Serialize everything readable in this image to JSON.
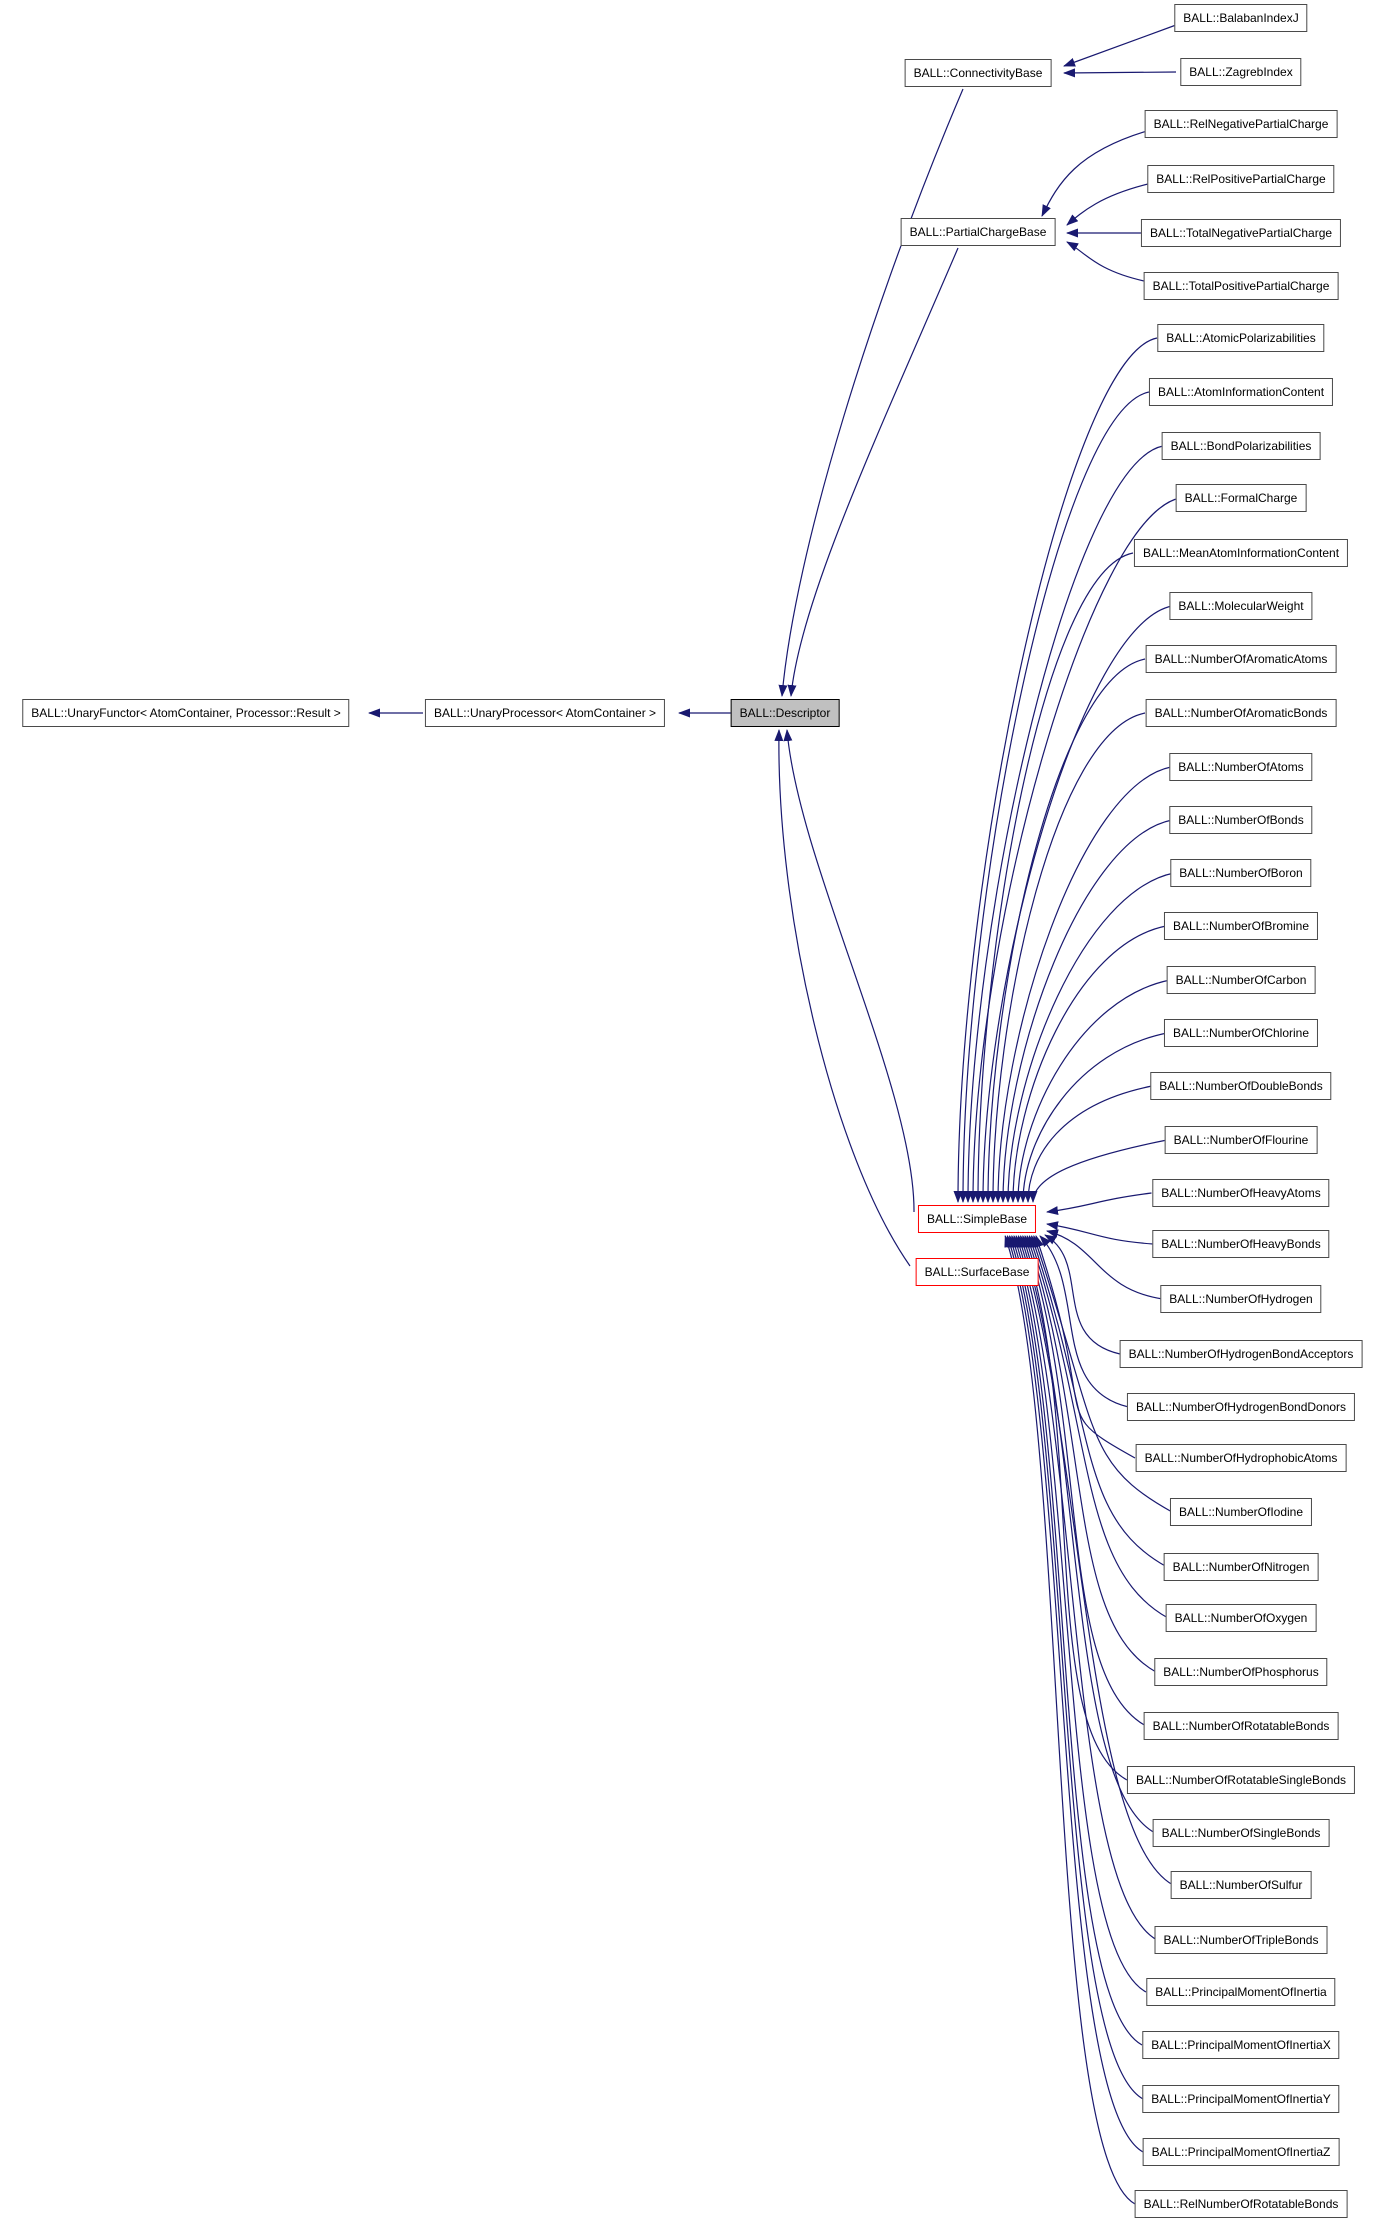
{
  "diagram_type": "class-inheritance-graph",
  "colors": {
    "edge": "#191970",
    "node_border": "#4a4a4a",
    "current_node_fill": "#c0c0c0",
    "truncated_node_border": "#ff0000",
    "background": "#ffffff",
    "text": "#000000"
  },
  "nodes": {
    "uf": {
      "label": "BALL::UnaryFunctor< AtomContainer, Processor::Result >",
      "style": "plain"
    },
    "up": {
      "label": "BALL::UnaryProcessor< AtomContainer >",
      "style": "plain"
    },
    "desc": {
      "label": "BALL::Descriptor",
      "style": "current"
    },
    "conn": {
      "label": "BALL::ConnectivityBase",
      "style": "plain"
    },
    "pcb": {
      "label": "BALL::PartialChargeBase",
      "style": "plain"
    },
    "simple": {
      "label": "BALL::SimpleBase",
      "style": "truncated"
    },
    "surface": {
      "label": "BALL::SurfaceBase",
      "style": "truncated"
    },
    "balaban": {
      "label": "BALL::BalabanIndexJ",
      "style": "plain"
    },
    "zagreb": {
      "label": "BALL::ZagrebIndex",
      "style": "plain"
    },
    "relneg": {
      "label": "BALL::RelNegativePartialCharge",
      "style": "plain"
    },
    "relpos": {
      "label": "BALL::RelPositivePartialCharge",
      "style": "plain"
    },
    "totalneg": {
      "label": "BALL::TotalNegativePartialCharge",
      "style": "plain"
    },
    "totalpos": {
      "label": "BALL::TotalPositivePartialCharge",
      "style": "plain"
    },
    "apol": {
      "label": "BALL::AtomicPolarizabilities",
      "style": "plain"
    },
    "ainfo": {
      "label": "BALL::AtomInformationContent",
      "style": "plain"
    },
    "bpol": {
      "label": "BALL::BondPolarizabilities",
      "style": "plain"
    },
    "fchg": {
      "label": "BALL::FormalCharge",
      "style": "plain"
    },
    "mainfo": {
      "label": "BALL::MeanAtomInformationContent",
      "style": "plain"
    },
    "mweight": {
      "label": "BALL::MolecularWeight",
      "style": "plain"
    },
    "naroma": {
      "label": "BALL::NumberOfAromaticAtoms",
      "style": "plain"
    },
    "naromb": {
      "label": "BALL::NumberOfAromaticBonds",
      "style": "plain"
    },
    "natoms": {
      "label": "BALL::NumberOfAtoms",
      "style": "plain"
    },
    "nbonds": {
      "label": "BALL::NumberOfBonds",
      "style": "plain"
    },
    "nboron": {
      "label": "BALL::NumberOfBoron",
      "style": "plain"
    },
    "nbromine": {
      "label": "BALL::NumberOfBromine",
      "style": "plain"
    },
    "ncarbon": {
      "label": "BALL::NumberOfCarbon",
      "style": "plain"
    },
    "nchlorine": {
      "label": "BALL::NumberOfChlorine",
      "style": "plain"
    },
    "ndouble": {
      "label": "BALL::NumberOfDoubleBonds",
      "style": "plain"
    },
    "nflour": {
      "label": "BALL::NumberOfFlourine",
      "style": "plain"
    },
    "nheavya": {
      "label": "BALL::NumberOfHeavyAtoms",
      "style": "plain"
    },
    "nheavyb": {
      "label": "BALL::NumberOfHeavyBonds",
      "style": "plain"
    },
    "nhydro": {
      "label": "BALL::NumberOfHydrogen",
      "style": "plain"
    },
    "nhba": {
      "label": "BALL::NumberOfHydrogenBondAcceptors",
      "style": "plain"
    },
    "nhbd": {
      "label": "BALL::NumberOfHydrogenBondDonors",
      "style": "plain"
    },
    "nhydrophob": {
      "label": "BALL::NumberOfHydrophobicAtoms",
      "style": "plain"
    },
    "niodine": {
      "label": "BALL::NumberOfIodine",
      "style": "plain"
    },
    "nnitro": {
      "label": "BALL::NumberOfNitrogen",
      "style": "plain"
    },
    "noxy": {
      "label": "BALL::NumberOfOxygen",
      "style": "plain"
    },
    "nphos": {
      "label": "BALL::NumberOfPhosphorus",
      "style": "plain"
    },
    "nrot": {
      "label": "BALL::NumberOfRotatableBonds",
      "style": "plain"
    },
    "nrotsingle": {
      "label": "BALL::NumberOfRotatableSingleBonds",
      "style": "plain"
    },
    "nsingle": {
      "label": "BALL::NumberOfSingleBonds",
      "style": "plain"
    },
    "nsulfur": {
      "label": "BALL::NumberOfSulfur",
      "style": "plain"
    },
    "ntriple": {
      "label": "BALL::NumberOfTripleBonds",
      "style": "plain"
    },
    "pmi": {
      "label": "BALL::PrincipalMomentOfInertia",
      "style": "plain"
    },
    "pmix": {
      "label": "BALL::PrincipalMomentOfInertiaX",
      "style": "plain"
    },
    "pmiy": {
      "label": "BALL::PrincipalMomentOfInertiaY",
      "style": "plain"
    },
    "pmiz": {
      "label": "BALL::PrincipalMomentOfInertiaZ",
      "style": "plain"
    },
    "relnrot": {
      "label": "BALL::RelNumberOfRotatableBonds",
      "style": "plain"
    }
  },
  "edges": [
    {
      "from": "up",
      "to": "uf"
    },
    {
      "from": "desc",
      "to": "up"
    },
    {
      "from": "conn",
      "to": "desc"
    },
    {
      "from": "pcb",
      "to": "desc"
    },
    {
      "from": "simple",
      "to": "desc"
    },
    {
      "from": "surface",
      "to": "desc"
    },
    {
      "from": "balaban",
      "to": "conn"
    },
    {
      "from": "zagreb",
      "to": "conn"
    },
    {
      "from": "relneg",
      "to": "pcb"
    },
    {
      "from": "relpos",
      "to": "pcb"
    },
    {
      "from": "totalneg",
      "to": "pcb"
    },
    {
      "from": "totalpos",
      "to": "pcb"
    },
    {
      "from": "apol",
      "to": "simple"
    },
    {
      "from": "ainfo",
      "to": "simple"
    },
    {
      "from": "bpol",
      "to": "simple"
    },
    {
      "from": "fchg",
      "to": "simple"
    },
    {
      "from": "mainfo",
      "to": "simple"
    },
    {
      "from": "mweight",
      "to": "simple"
    },
    {
      "from": "naroma",
      "to": "simple"
    },
    {
      "from": "naromb",
      "to": "simple"
    },
    {
      "from": "natoms",
      "to": "simple"
    },
    {
      "from": "nbonds",
      "to": "simple"
    },
    {
      "from": "nboron",
      "to": "simple"
    },
    {
      "from": "nbromine",
      "to": "simple"
    },
    {
      "from": "ncarbon",
      "to": "simple"
    },
    {
      "from": "nchlorine",
      "to": "simple"
    },
    {
      "from": "ndouble",
      "to": "simple"
    },
    {
      "from": "nflour",
      "to": "simple"
    },
    {
      "from": "nheavya",
      "to": "simple"
    },
    {
      "from": "nheavyb",
      "to": "simple"
    },
    {
      "from": "nhydro",
      "to": "simple"
    },
    {
      "from": "nhba",
      "to": "simple"
    },
    {
      "from": "nhbd",
      "to": "simple"
    },
    {
      "from": "nhydrophob",
      "to": "simple"
    },
    {
      "from": "niodine",
      "to": "simple"
    },
    {
      "from": "nnitro",
      "to": "simple"
    },
    {
      "from": "noxy",
      "to": "simple"
    },
    {
      "from": "nphos",
      "to": "simple"
    },
    {
      "from": "nrot",
      "to": "simple"
    },
    {
      "from": "nrotsingle",
      "to": "simple"
    },
    {
      "from": "nsingle",
      "to": "simple"
    },
    {
      "from": "nsulfur",
      "to": "simple"
    },
    {
      "from": "ntriple",
      "to": "simple"
    },
    {
      "from": "pmi",
      "to": "simple"
    },
    {
      "from": "pmix",
      "to": "simple"
    },
    {
      "from": "pmiy",
      "to": "simple"
    },
    {
      "from": "pmiz",
      "to": "simple"
    },
    {
      "from": "relnrot",
      "to": "simple"
    }
  ]
}
